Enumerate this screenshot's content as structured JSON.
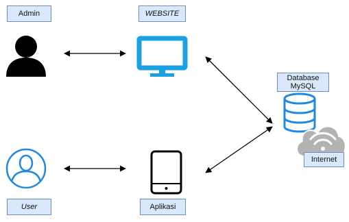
{
  "labels": {
    "admin": "Admin",
    "website": "WEBSITE",
    "database_line1": "Database",
    "database_line2": "MySQL",
    "user": "User",
    "aplikasi": "Aplikasi",
    "internet": "Internet"
  },
  "icons": {
    "admin": "person-silhouette-icon",
    "website": "monitor-icon",
    "database": "database-stack-icon",
    "cloud": "cloud-wifi-icon",
    "user": "user-outline-icon",
    "aplikasi": "tablet-icon"
  },
  "colors": {
    "label_fill": "#dae8fc",
    "label_border": "#6c8ebf",
    "monitor": "#1ba1e2",
    "db_stroke": "#1e88e5",
    "cloud": "#b3b3b3",
    "admin_icon": "#000000",
    "tablet": "#000000",
    "arrows": "#000000"
  }
}
